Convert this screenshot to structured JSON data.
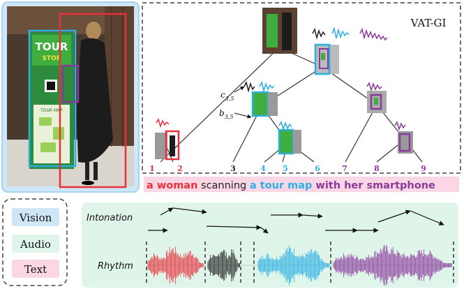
{
  "title": "VAT-GI",
  "node_labels": {
    "c": "c",
    "c_sub": "3,5",
    "b": "b",
    "b_sub": "3,5"
  },
  "word_indices": [
    "1",
    "2",
    "3",
    "4",
    "5",
    "6",
    "7",
    "8",
    "9"
  ],
  "sentence": {
    "part1": "a woman",
    "part2": " scanning ",
    "part3": "a tour map",
    "part4": " with her smartphone"
  },
  "legend": {
    "vision": "Vision",
    "audio": "Audio",
    "text": "Text"
  },
  "audio_panel": {
    "intonation_label": "Intonation",
    "rhythm_label": "Rhythm"
  },
  "photo_text": {
    "tour": "TOUR",
    "stop": "STOP",
    "map": "TOUR MAP"
  },
  "colors": {
    "red": "#e8303a",
    "blue": "#2bb0e4",
    "purple": "#8a3a9a",
    "black": "#222222",
    "vision_bg": "#cfe6f6",
    "audio_bg": "#dff5ea",
    "text_bg": "#fbd7e6"
  }
}
